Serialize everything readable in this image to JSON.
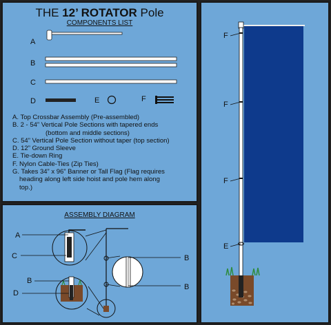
{
  "components": {
    "title_pre": "THE ",
    "title_bold": "12’ ROTATOR",
    "title_post": " Pole",
    "subtitle": "COMPONENTS LIST",
    "diagram_labels": [
      "A",
      "B",
      "C",
      "D",
      "E",
      "F"
    ],
    "items": [
      {
        "text": "A. Top Crossbar Assembly (Pre-assembled)"
      },
      {
        "text": "B. 2 - 54” Vertical Pole Sections with tapered ends"
      },
      {
        "text": "(bottom and middle sections)",
        "indent": 2
      },
      {
        "text": "C. 54” Vertical Pole Section without taper (top section)"
      },
      {
        "text": "D. 12” Ground Sleeve"
      },
      {
        "text": "E. Tie-down Ring"
      },
      {
        "text": "F. Nylon Cable-Ties (Zip Ties)"
      },
      {
        "text": "G. Takes 34” x 96”  Banner or Tall Flag (Flag requires",
        "indent": 0
      },
      {
        "text": "heading along left side hoist and pole hem along",
        "indent": 1
      },
      {
        "text": "top.)",
        "indent": 1
      }
    ]
  },
  "assembly": {
    "title": "ASSEMBLY DIAGRAM",
    "labels": {
      "a": "A",
      "c": "C",
      "b_left": "B",
      "d": "D",
      "b_right_top": "B",
      "b_right_bottom": "B"
    }
  },
  "flag_panel": {
    "labels": [
      "F",
      "F",
      "F",
      "E"
    ],
    "colors": {
      "flag": "#0e3a8c",
      "background": "#6ea7d8",
      "soil": "#7a4a2a",
      "stones": "#b08a6a",
      "grass": "#2e8b3e"
    }
  }
}
